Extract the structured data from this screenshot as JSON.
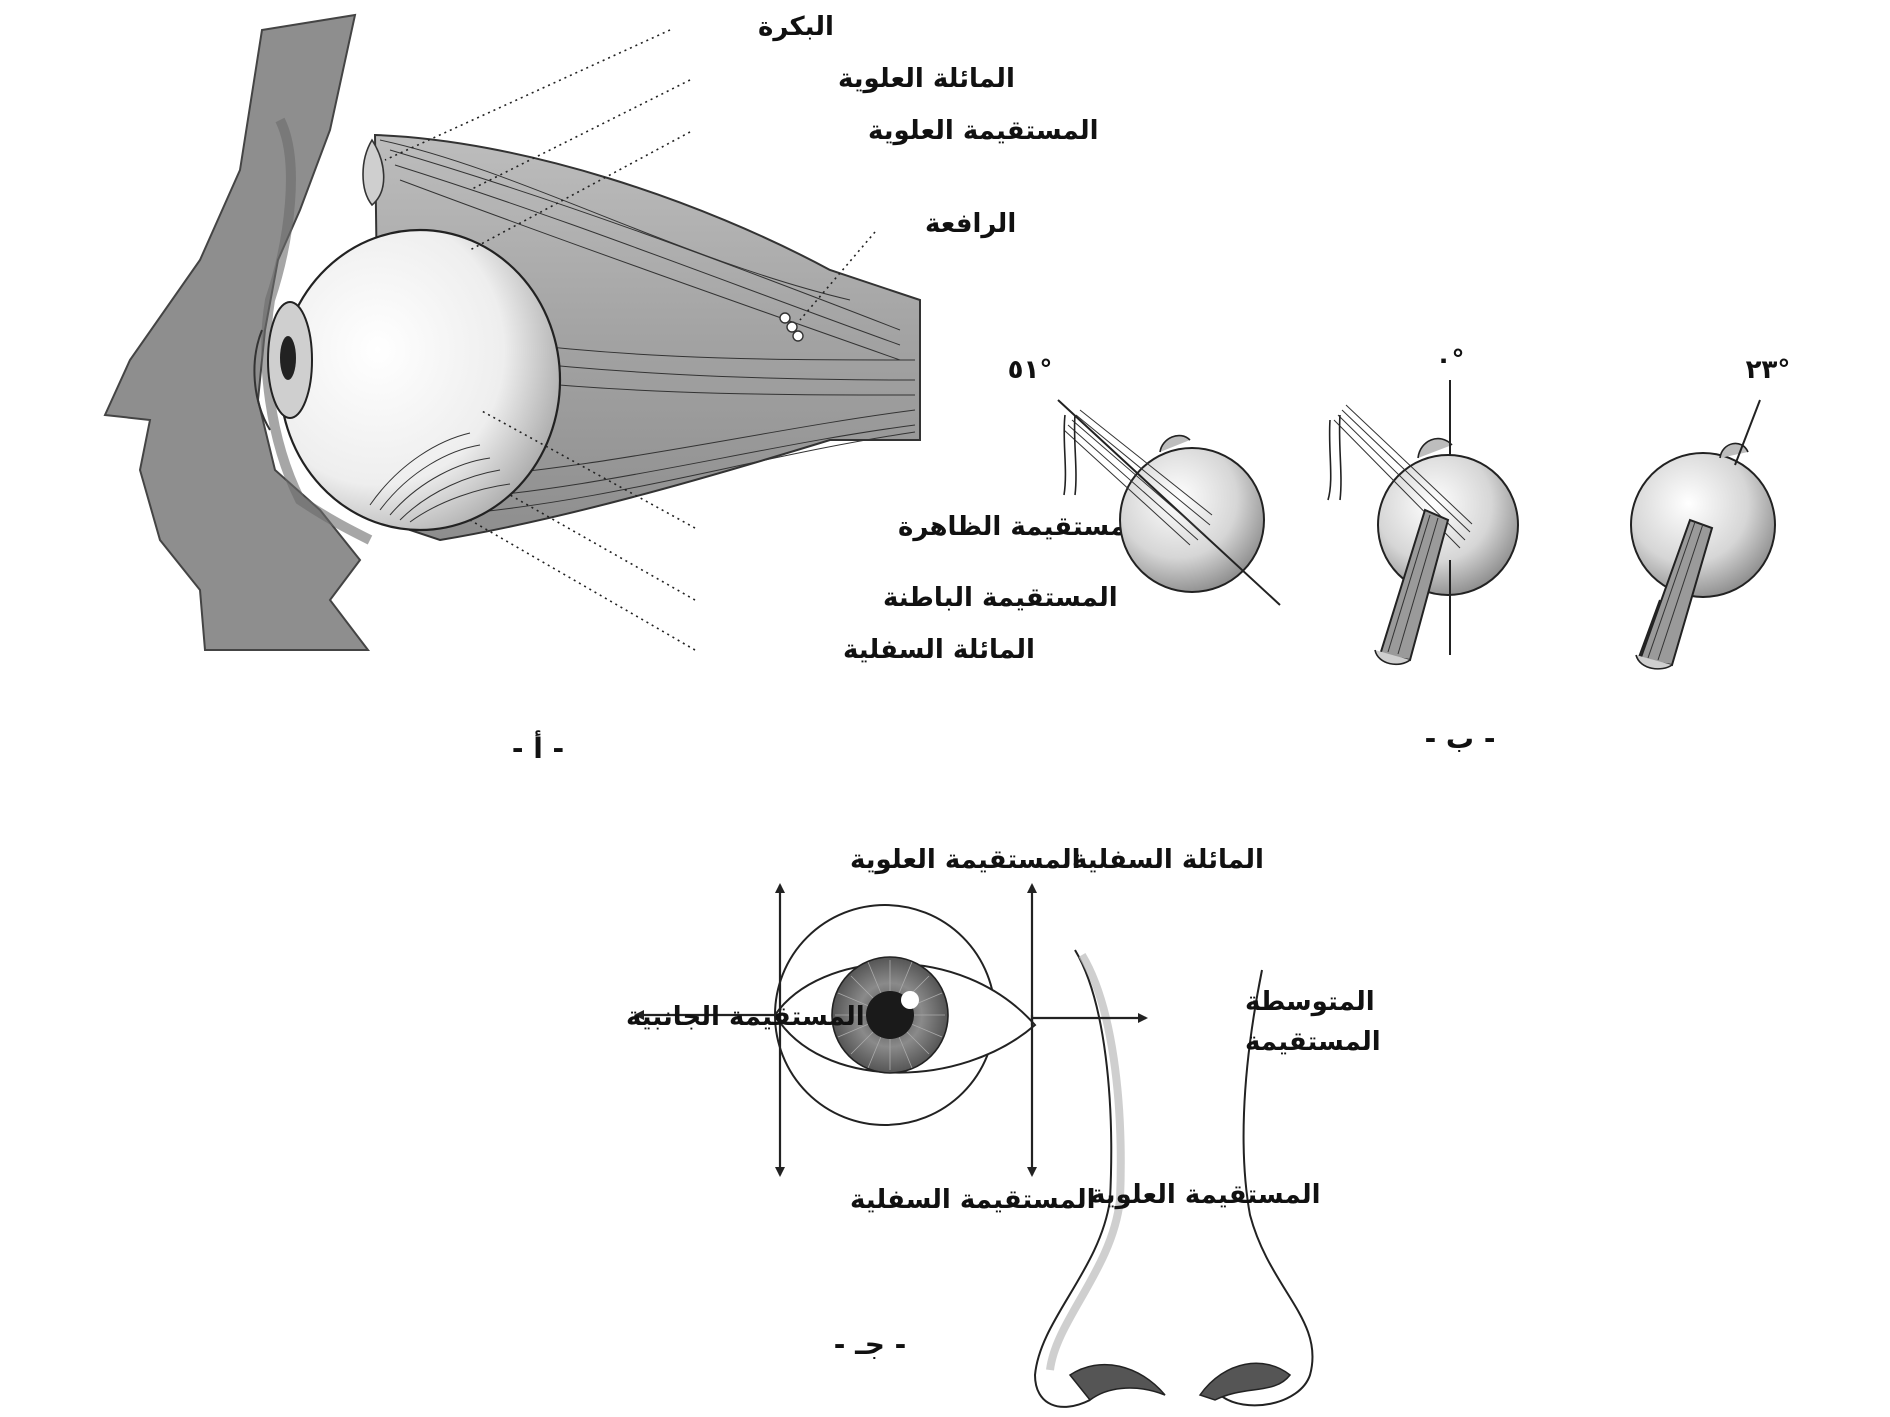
{
  "panel_a": {
    "labels": {
      "trochlea": "البكرة",
      "superior_oblique": "المائلة العلوية",
      "superior_rectus": "المستقيمة العلوية",
      "levator": "الرافعة",
      "lateral_rectus": "المستقيمة الظاهرة",
      "medial_rectus": "المستقيمة الباطنة",
      "inferior_oblique": "المائلة السفلية"
    },
    "caption": "- أ -"
  },
  "panel_b": {
    "angles": {
      "left": "°٥١",
      "middle": "°٠",
      "right": "°٢٣"
    },
    "caption": "- ب -"
  },
  "panel_c": {
    "labels": {
      "top_left": "المستقيمة العلوية",
      "top_right": "المائلة السفلية",
      "left": "المستقيمة الجانبية",
      "right_line1": "المتوسطة",
      "right_line2": "المستقيمة",
      "bottom_left": "المستقيمة السفلية",
      "bottom_right": "المستقيمة العلوية"
    },
    "caption": "- جـ -"
  },
  "colors": {
    "tissue": "#8a8a8a",
    "muscle": "#a9a9a9",
    "line": "#222222"
  }
}
